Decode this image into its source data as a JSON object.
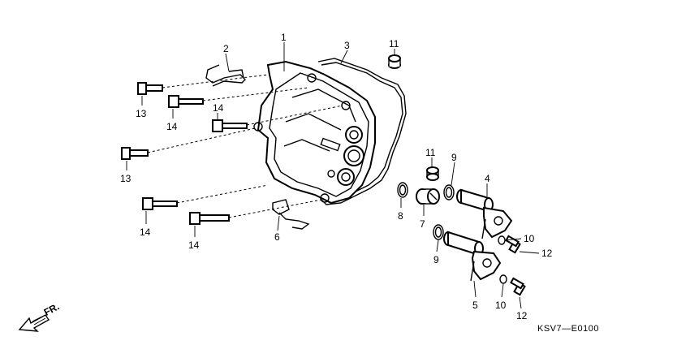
{
  "diagram": {
    "code": "KSV7—E0100",
    "direction_label": "FR.",
    "callouts": {
      "c1": "1",
      "c2": "2",
      "c3": "3",
      "c4": "4",
      "c5": "5",
      "c6": "6",
      "c7": "7",
      "c8": "8",
      "c9a": "9",
      "c9b": "9",
      "c10a": "10",
      "c10b": "10",
      "c11a": "11",
      "c11b": "11",
      "c12a": "12",
      "c12b": "12",
      "c13a": "13",
      "c13b": "13",
      "c14a": "14",
      "c14b": "14",
      "c14c": "14",
      "c14d": "14"
    }
  }
}
